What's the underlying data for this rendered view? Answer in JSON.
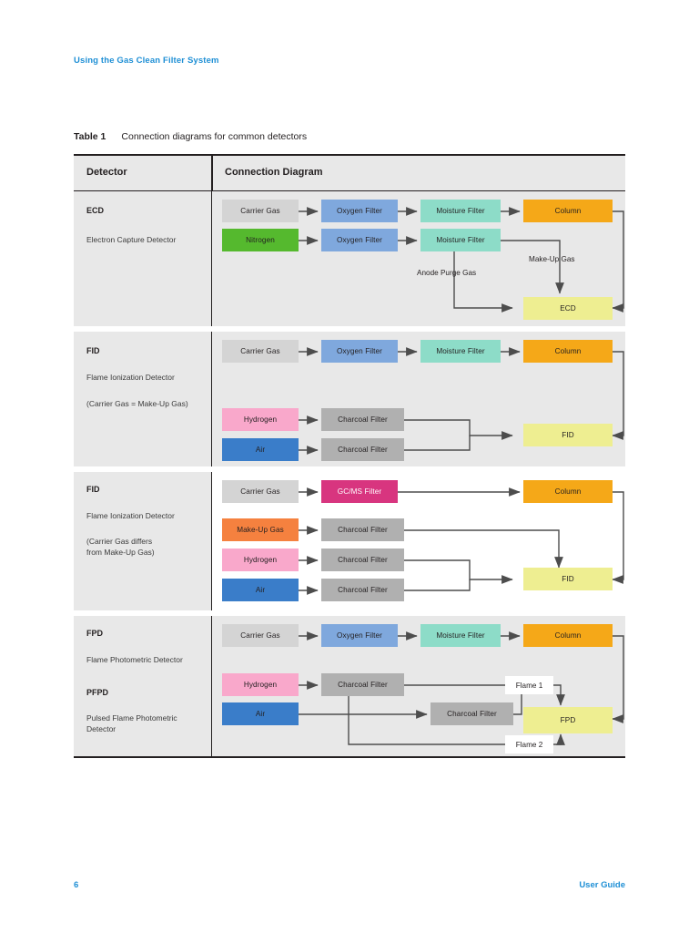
{
  "page": {
    "running_head": "Using the Gas Clean Filter System",
    "folio": "6",
    "guide_label": "User Guide"
  },
  "caption": {
    "number": "Table 1",
    "text": "Connection diagrams for common detectors"
  },
  "table": {
    "headers": {
      "detector": "Detector",
      "diagram": "Connection Diagram"
    }
  },
  "colors": {
    "carrier_gas": "#d4d4d4",
    "nitrogen": "#55b92e",
    "oxygen_filter": "#7fa8dd",
    "moisture_filter": "#8ddcc8",
    "column": "#f5a818",
    "detector_yellow": "#eeee91",
    "charcoal_filter": "#b0b0b0",
    "hydrogen": "#f9a8cb",
    "air": "#3a7dc9",
    "gcms_filter": "#d8357f",
    "makeup_gas": "#f5813f",
    "line": "#4d4d4d",
    "accent_blue": "#1e8fd5",
    "row_shade": "#e8e8e8"
  },
  "rows": [
    {
      "id": "ecd",
      "abbr": "ECD",
      "name": "Electron Capture Detector",
      "note": "",
      "nodes": {
        "carrier_gas": "Carrier Gas",
        "oxygen_filter_1": "Oxygen Filter",
        "moisture_filter_1": "Moisture Filter",
        "column": "Column",
        "nitrogen": "Nitrogen",
        "oxygen_filter_2": "Oxygen Filter",
        "moisture_filter_2": "Moisture Filter",
        "detector": "ECD"
      },
      "labels": {
        "anode_purge_gas": "Anode Purge Gas",
        "make_up_gas": "Make-Up Gas"
      }
    },
    {
      "id": "fid-1",
      "abbr": "FID",
      "name": "Flame Ionization Detector",
      "note": "(Carrier Gas = Make-Up Gas)",
      "nodes": {
        "carrier_gas": "Carrier Gas",
        "oxygen_filter": "Oxygen Filter",
        "moisture_filter": "Moisture Filter",
        "column": "Column",
        "hydrogen": "Hydrogen",
        "charcoal_filter_1": "Charcoal Filter",
        "air": "Air",
        "charcoal_filter_2": "Charcoal Filter",
        "detector": "FID"
      }
    },
    {
      "id": "fid-2",
      "abbr": "FID",
      "name": "Flame Ionization Detector",
      "note_line1": "(Carrier Gas differs",
      "note_line2": "from Make-Up Gas)",
      "nodes": {
        "carrier_gas": "Carrier Gas",
        "gcms_filter": "GC/MS Filter",
        "column": "Column",
        "makeup_gas": "Make-Up Gas",
        "charcoal_filter_1": "Charcoal Filter",
        "hydrogen": "Hydrogen",
        "charcoal_filter_2": "Charcoal Filter",
        "air": "Air",
        "charcoal_filter_3": "Charcoal Filter",
        "detector": "FID"
      }
    },
    {
      "id": "fpd",
      "abbr": "FPD",
      "name": "Flame Photometric Detector",
      "abbr2": "PFPD",
      "name2_line1": "Pulsed Flame Photometric",
      "name2_line2": "Detector",
      "nodes": {
        "carrier_gas": "Carrier Gas",
        "oxygen_filter": "Oxygen Filter",
        "moisture_filter": "Moisture Filter",
        "column": "Column",
        "hydrogen": "Hydrogen",
        "charcoal_filter_1": "Charcoal Filter",
        "air": "Air",
        "charcoal_filter_2": "Charcoal Filter",
        "detector": "FPD"
      },
      "labels": {
        "flame_1": "Flame 1",
        "flame_2": "Flame 2"
      }
    }
  ]
}
